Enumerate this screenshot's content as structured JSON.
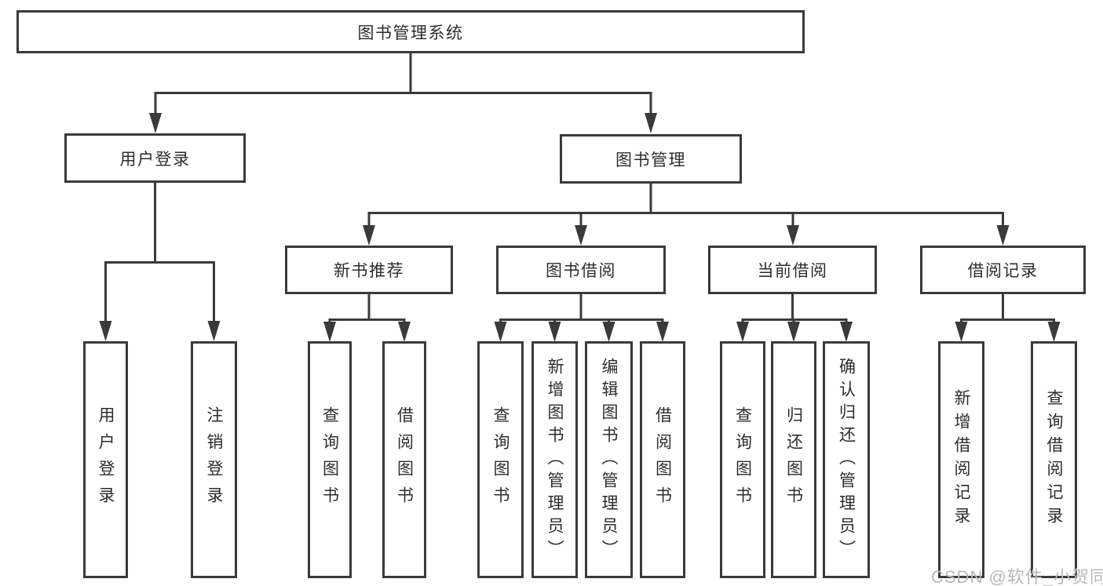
{
  "nodes": {
    "root": "图书管理系统",
    "user_login": "用户登录",
    "book_mgmt": "图书管理",
    "new_books": "新书推荐",
    "book_borrow": "图书借阅",
    "current_borrow": "当前借阅",
    "borrow_records": "借阅记录",
    "leaf_user_login": "用户登录",
    "leaf_logout": "注销登录",
    "leaf_nb_query": "查询图书",
    "leaf_nb_borrow": "借阅图书",
    "leaf_bb_query": "查询图书",
    "leaf_bb_add": "新增图书（管理员）",
    "leaf_bb_edit": "编辑图书（管理员）",
    "leaf_bb_borrow": "借阅图书",
    "leaf_cb_query": "查询图书",
    "leaf_cb_return": "归还图书",
    "leaf_cb_confirm": "确认归还（管理员）",
    "leaf_br_add": "新增借阅记录",
    "leaf_br_query": "查询借阅记录"
  },
  "watermark": "CSDN @软件_小贺同学",
  "colors": {
    "line": "#3a3a3a",
    "text": "#2d2d2d",
    "watermark": "#b9b9b9",
    "background": "#ffffff"
  }
}
